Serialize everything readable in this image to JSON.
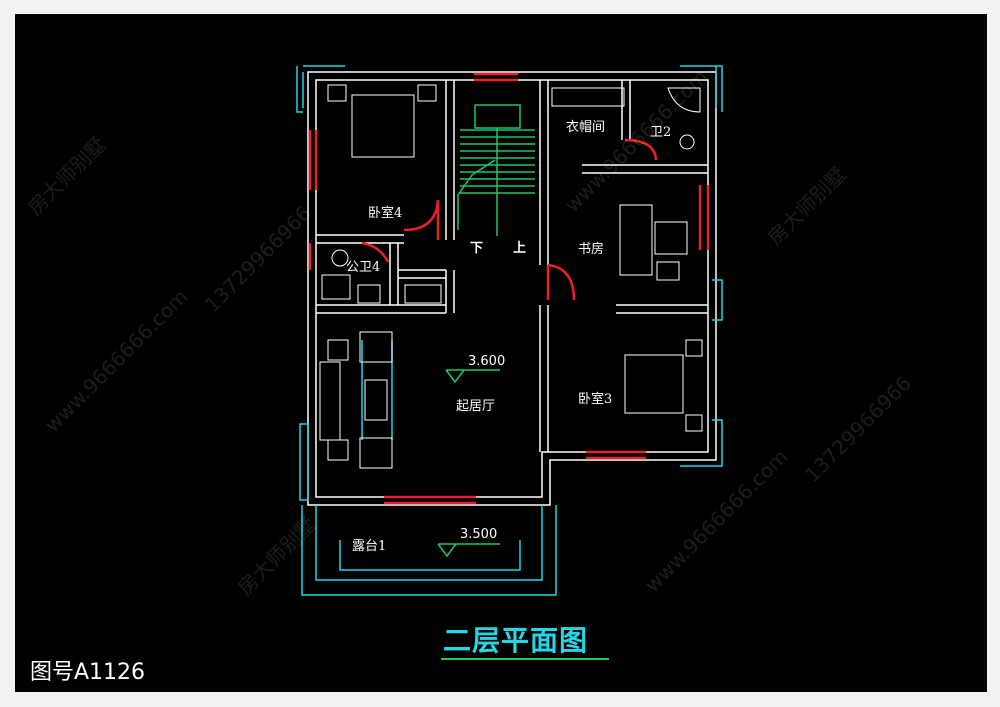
{
  "title": "二层平面图",
  "drawing_number": "图号A1126",
  "rooms": {
    "bedroom4": "卧室4",
    "cloakroom": "衣帽间",
    "wc2": "卫2",
    "public_wc4": "公卫4",
    "study": "书房",
    "living": "起居厅",
    "bedroom3": "卧室3",
    "terrace": "露台1"
  },
  "stairs": {
    "down": "下",
    "up": "上"
  },
  "levels": {
    "floor": "3.600",
    "terrace": "3.500"
  },
  "watermarks": [
    "房大师别墅",
    "www.9666666.com",
    "13729966966"
  ],
  "colors": {
    "wall": "#ffffff",
    "window": "#1fd6e8",
    "door": "#e8202a",
    "stair": "#1fc46a",
    "title": "#23d7e6"
  }
}
